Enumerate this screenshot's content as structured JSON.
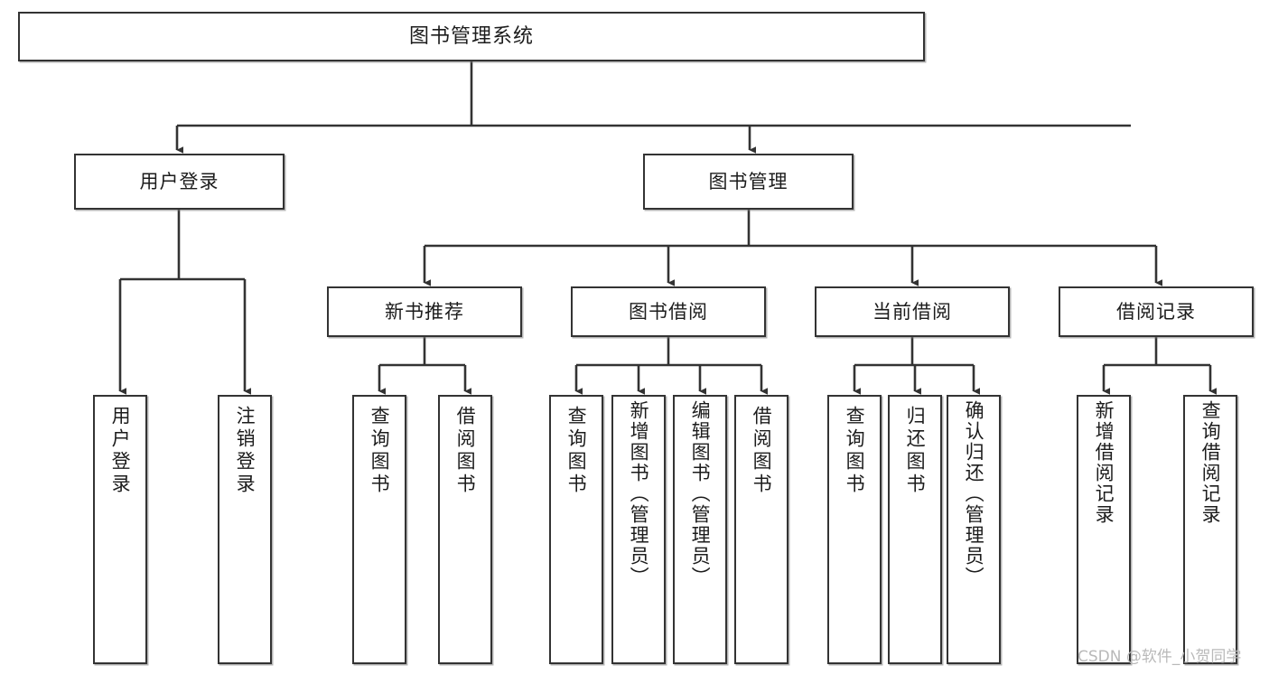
{
  "diagram": {
    "type": "tree-hierarchy",
    "title": "图书管理系统",
    "orientation": "top-down",
    "colors": {
      "box_border": "#333333",
      "box_fill": "#ffffff",
      "connector": "#333333",
      "text": "#1c1c1c",
      "watermark": "#b9b9b9"
    },
    "nodes": {
      "root": {
        "label": "图书管理系统"
      },
      "level1": [
        {
          "id": "user-login",
          "label": "用户登录"
        },
        {
          "id": "book-manage",
          "label": "图书管理"
        }
      ],
      "level2": [
        {
          "id": "new-book-recommend",
          "label": "新书推荐",
          "parent": "book-manage"
        },
        {
          "id": "book-borrow",
          "label": "图书借阅",
          "parent": "book-manage"
        },
        {
          "id": "current-borrow",
          "label": "当前借阅",
          "parent": "book-manage"
        },
        {
          "id": "borrow-record",
          "label": "借阅记录",
          "parent": "book-manage"
        }
      ],
      "leaves": {
        "user-login": [
          {
            "id": "leaf-user-login",
            "label": "用户登录"
          },
          {
            "id": "leaf-user-logout",
            "label": "注销登录"
          }
        ],
        "new-book-recommend": [
          {
            "id": "leaf-query-book-1",
            "label": "查询图书"
          },
          {
            "id": "leaf-borrow-book-1",
            "label": "借阅图书"
          }
        ],
        "book-borrow": [
          {
            "id": "leaf-query-book-2",
            "label": "查询图书"
          },
          {
            "id": "leaf-add-book-admin",
            "label": "新增图书（管理员）"
          },
          {
            "id": "leaf-edit-book-admin",
            "label": "编辑图书（管理员）"
          },
          {
            "id": "leaf-borrow-book-2",
            "label": "借阅图书"
          }
        ],
        "current-borrow": [
          {
            "id": "leaf-query-book-3",
            "label": "查询图书"
          },
          {
            "id": "leaf-return-book",
            "label": "归还图书"
          },
          {
            "id": "leaf-confirm-return-admin",
            "label": "确认归还（管理员）"
          }
        ],
        "borrow-record": [
          {
            "id": "leaf-add-borrow-record",
            "label": "新增借阅记录"
          },
          {
            "id": "leaf-query-borrow-record",
            "label": "查询借阅记录"
          }
        ]
      }
    },
    "watermark": {
      "text": "CSDN @软件_小贺同学"
    }
  }
}
